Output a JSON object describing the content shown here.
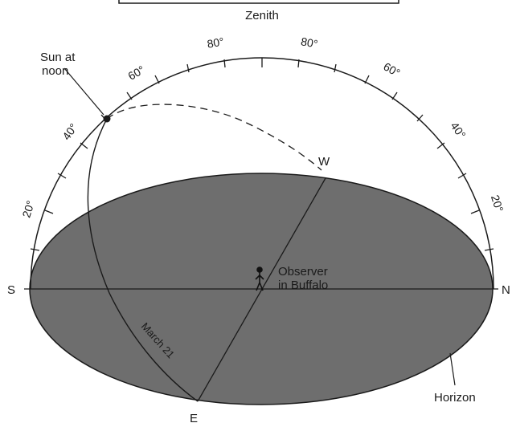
{
  "labels": {
    "zenith": "Zenith",
    "sun_at_noon_line1": "Sun at",
    "sun_at_noon_line2": "noon",
    "west": "W",
    "east": "E",
    "south": "S",
    "north": "N",
    "observer_line1": "Observer",
    "observer_line2": "in Buffalo",
    "date": "March 21",
    "horizon": "Horizon"
  },
  "altitude_labels": {
    "left_20": "20°",
    "left_40": "40°",
    "left_60": "60°",
    "left_80": "80°",
    "right_80": "80°",
    "right_60": "60°",
    "right_40": "40°",
    "right_20": "20°"
  },
  "colors": {
    "horizon_fill": "#6e6e6e",
    "line": "#1a1a1a",
    "background": "#ffffff"
  }
}
